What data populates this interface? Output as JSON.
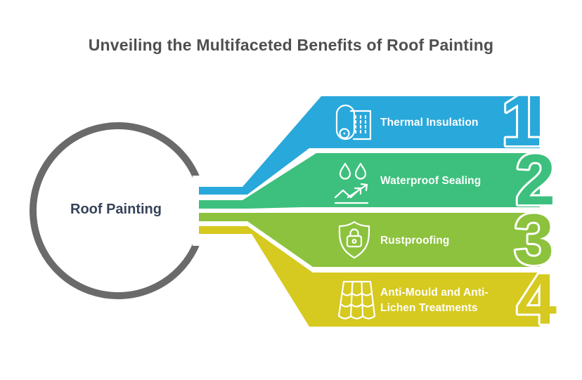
{
  "title": "Unveiling the Multifaceted Benefits of Roof Painting",
  "title_color": "#4f4f4f",
  "center": {
    "label": "Roof Painting",
    "ring_color": "#6a6a6a",
    "label_color": "#36435a"
  },
  "benefits": [
    {
      "number": "1",
      "label": "Thermal Insulation",
      "icon": "insulation-roll-icon",
      "color": "#29a8db"
    },
    {
      "number": "2",
      "label": "Waterproof Sealing",
      "icon": "waterproof-bounce-icon",
      "color": "#3dc07d"
    },
    {
      "number": "3",
      "label": "Rustproofing",
      "icon": "shield-lock-icon",
      "color": "#8cc23d"
    },
    {
      "number": "4",
      "label_lines": [
        "Anti-Mould and Anti-",
        "Lichen Treatments"
      ],
      "icon": "roof-tiles-icon",
      "color": "#d6c91f"
    }
  ]
}
